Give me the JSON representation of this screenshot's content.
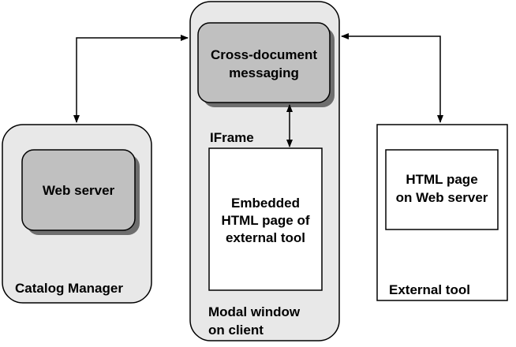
{
  "colors": {
    "container_fill": "#e8e8e8",
    "inner_box_fill": "#c0c0c0",
    "shadow": "#6e6e6e",
    "stroke": "#000000",
    "page_fill": "#ffffff"
  },
  "nodes": {
    "catalog_manager": {
      "label": "Catalog Manager",
      "web_server_label": "Web server"
    },
    "modal_window": {
      "label_line1": "Modal window",
      "label_line2": "on client",
      "messaging_line1": "Cross-document",
      "messaging_line2": "messaging",
      "iframe_label": "IFrame",
      "embedded_line1": "Embedded",
      "embedded_line2": "HTML page of",
      "embedded_line3": "external tool"
    },
    "external_tool": {
      "label": "External tool",
      "html_page_line1": "HTML page",
      "html_page_line2": "on Web server"
    }
  },
  "edges": [
    {
      "from": "catalog_manager",
      "to": "modal_window",
      "direction": "both"
    },
    {
      "from": "cross_document_messaging",
      "to": "iframe",
      "direction": "both"
    },
    {
      "from": "modal_window",
      "to": "external_tool",
      "direction": "both"
    }
  ]
}
